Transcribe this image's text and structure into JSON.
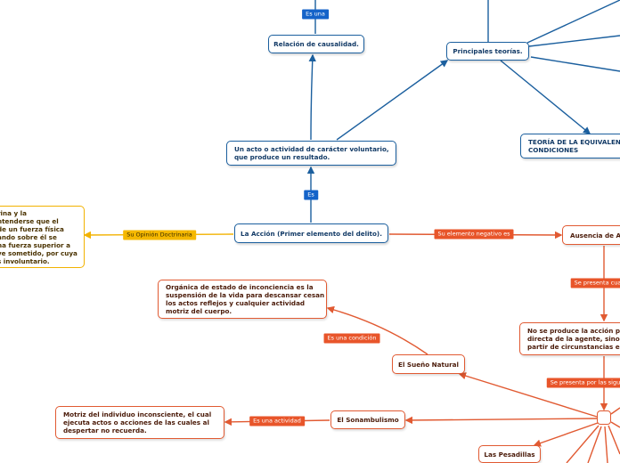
{
  "colors": {
    "blue": "#1b5f9e",
    "orange": "#e15a32",
    "yellow": "#f2b200"
  },
  "nodes": {
    "accion": "La Acción (Primer elemento del delito).",
    "acto": "Un acto o actividad de carácter voluntario,\nque produce un resultado.",
    "relacion": "Relación de causalidad.",
    "teorias": "Principales teorías.",
    "equivalencia": "TEORÍA DE LA EQUIVALEN\nCONDICIONES",
    "doctrina": "rina y la\nntenderse que el\nde un fuerza física\nando sobre él se\nna fuerza superior a\nve sometido, por cuya\ns involuntario.",
    "ausencia": "Ausencia de Ac",
    "no_produce": "No se produce la acción po\ndirecta de la agente, sino s\npartir de circunstancias ex",
    "suenio": "El Sueño Natural",
    "organica": "Orgánica de estado de inconciencia es la\nsuspensión de la vida para descansar cesan\nlos actos reflejos y cualquier actividad\nmotriz del cuerpo.",
    "sonambulismo": "El Sonambulismo",
    "motriz": "Motriz del individuo inconsciente, el cual\nejecuta actos o acciones de las cuales al\ndespertar no recuerda.",
    "pesadillas": "Las Pesadillas"
  },
  "labels": {
    "es_una_top": "Es una",
    "es": "Es",
    "su_opinion": "Su Opinión Doctrinaria",
    "su_elemento": "Su elemento negativo es",
    "se_presenta_cua": "Se presenta cua",
    "se_presenta_sig": "Se presenta por las sigu",
    "es_una_condicion": "Es una condición",
    "es_una_actividad": "Es una actividad"
  }
}
